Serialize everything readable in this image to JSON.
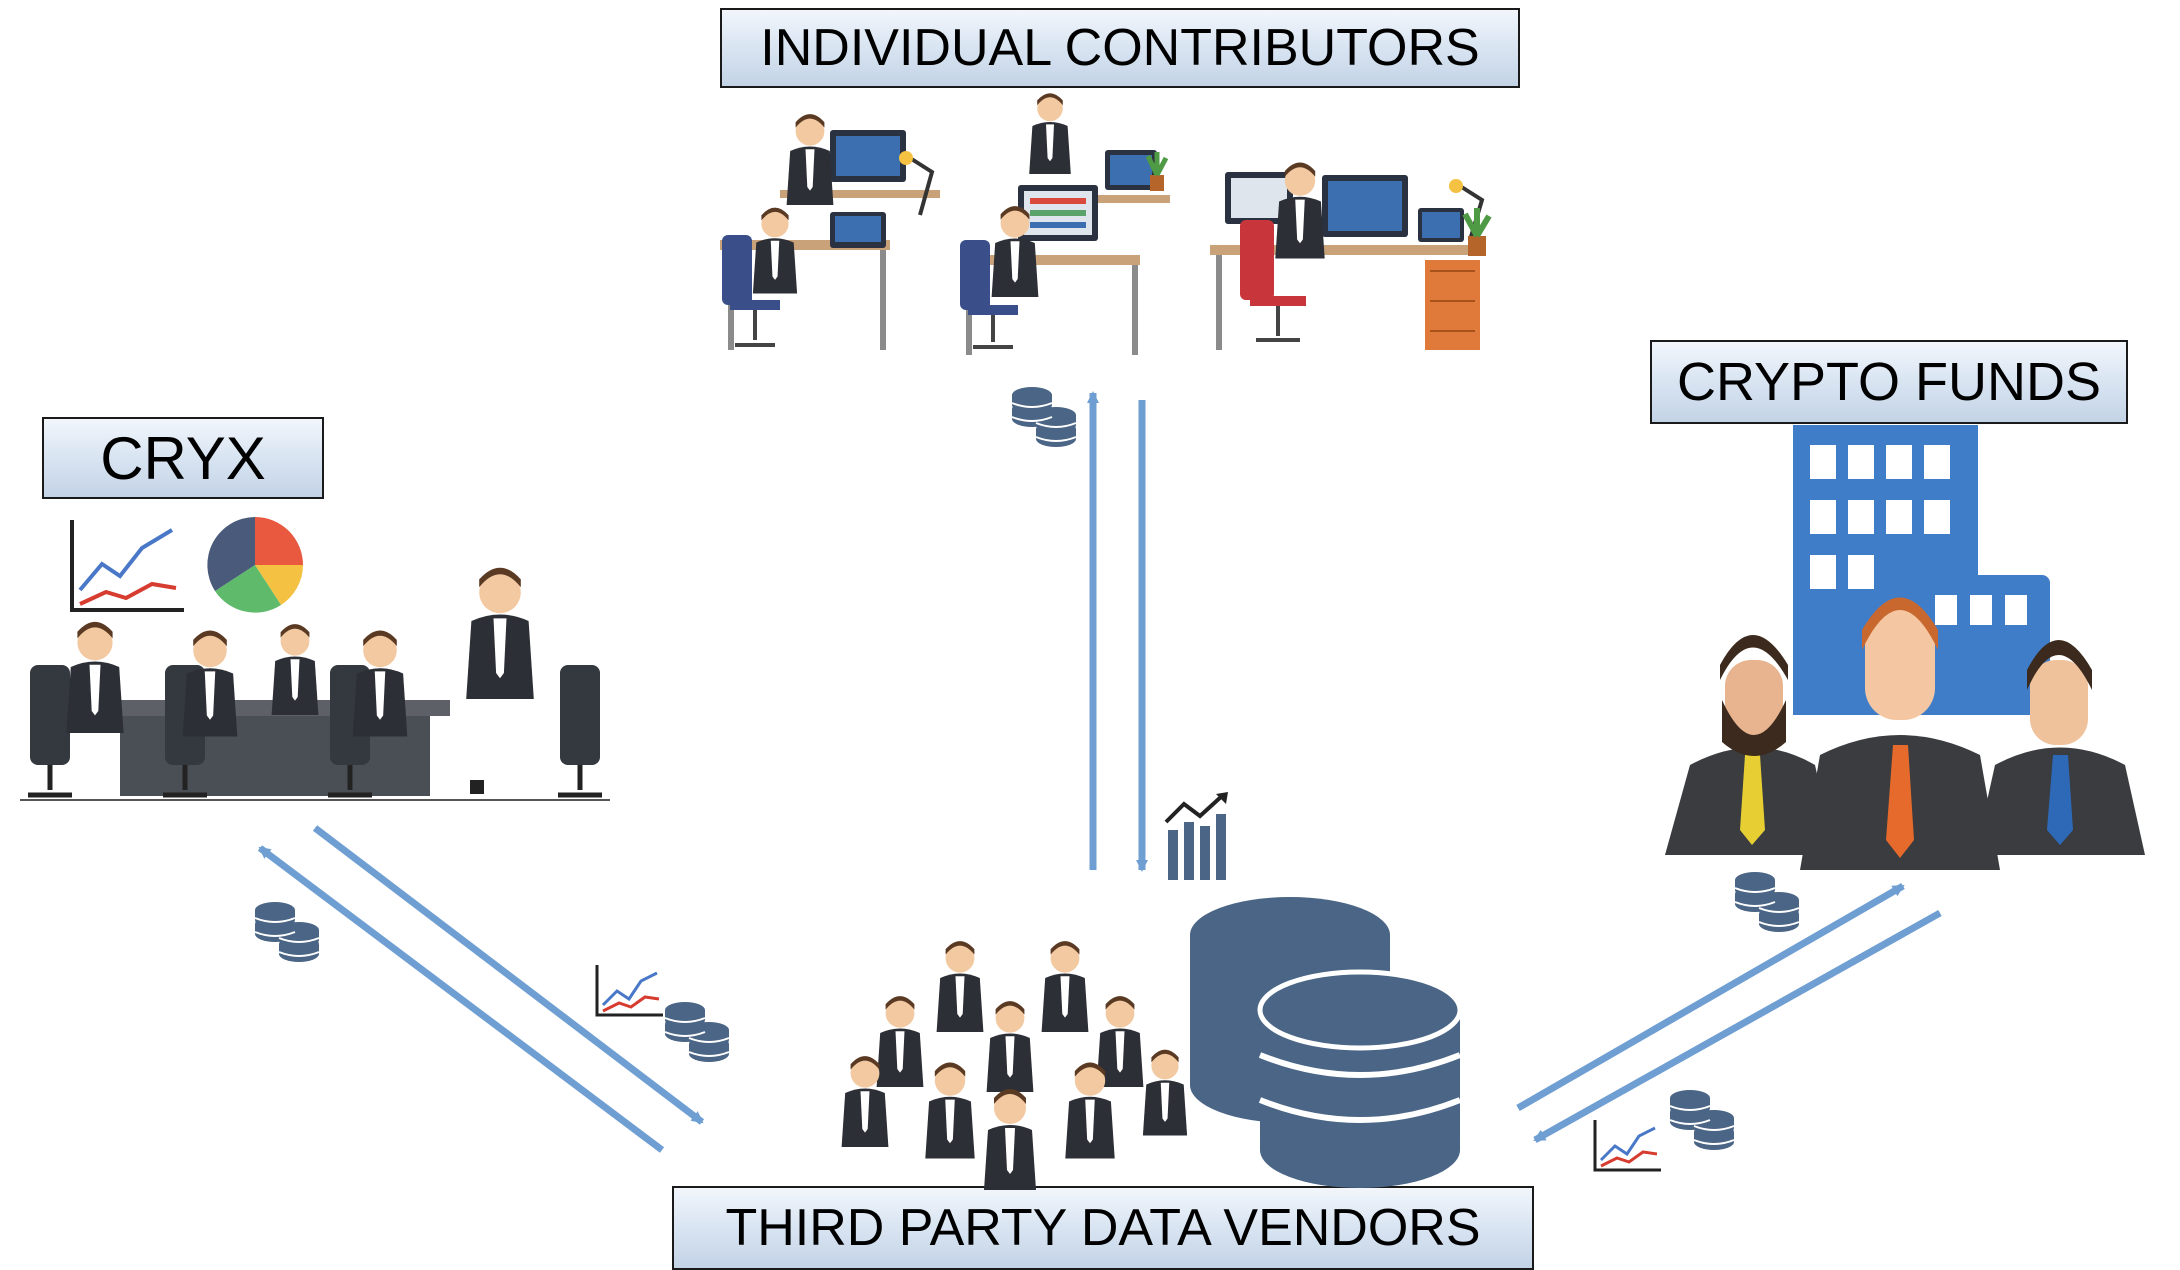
{
  "nodes": {
    "individual_contributors": {
      "label": "INDIVIDUAL CONTRIBUTORS"
    },
    "cryx": {
      "label": "CRYX"
    },
    "crypto_funds": {
      "label": "CRYPTO FUNDS"
    },
    "third_party_data_vendors": {
      "label": "THIRD PARTY DATA VENDORS"
    }
  },
  "colors": {
    "arrow": "#6f9fd2",
    "database": "#4a6585",
    "building": "#3f7dc9",
    "chart_red": "#d63c2f",
    "chart_blue": "#4a78c8",
    "pie": [
      "#e9593f",
      "#f4c142",
      "#5fbb6b",
      "#4a5a7a"
    ]
  },
  "icons": [
    "database-stack-icon",
    "line-chart-icon",
    "pie-chart-icon",
    "bar-chart-trend-icon",
    "office-building-icon"
  ]
}
